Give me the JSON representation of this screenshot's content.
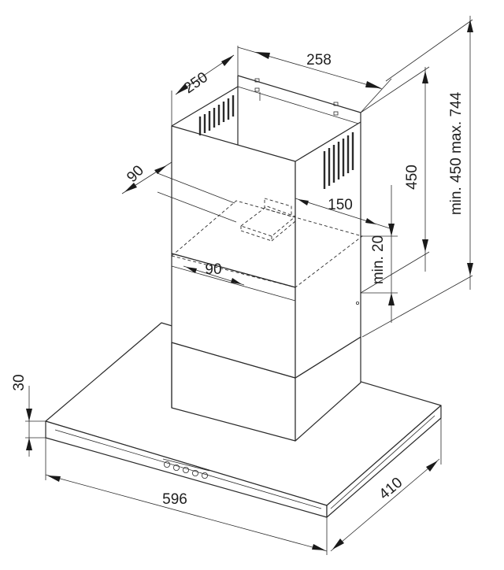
{
  "dimensions": {
    "top_width": "250",
    "top_depth": "258",
    "chimney_height": "450",
    "total_height": "min. 450 max. 744",
    "hole_offset_left": "90",
    "hole_width": "150",
    "hole_offset_front": "90",
    "min_gap": "min. 20",
    "canopy_thickness": "30",
    "canopy_width": "596",
    "canopy_depth": "410"
  }
}
